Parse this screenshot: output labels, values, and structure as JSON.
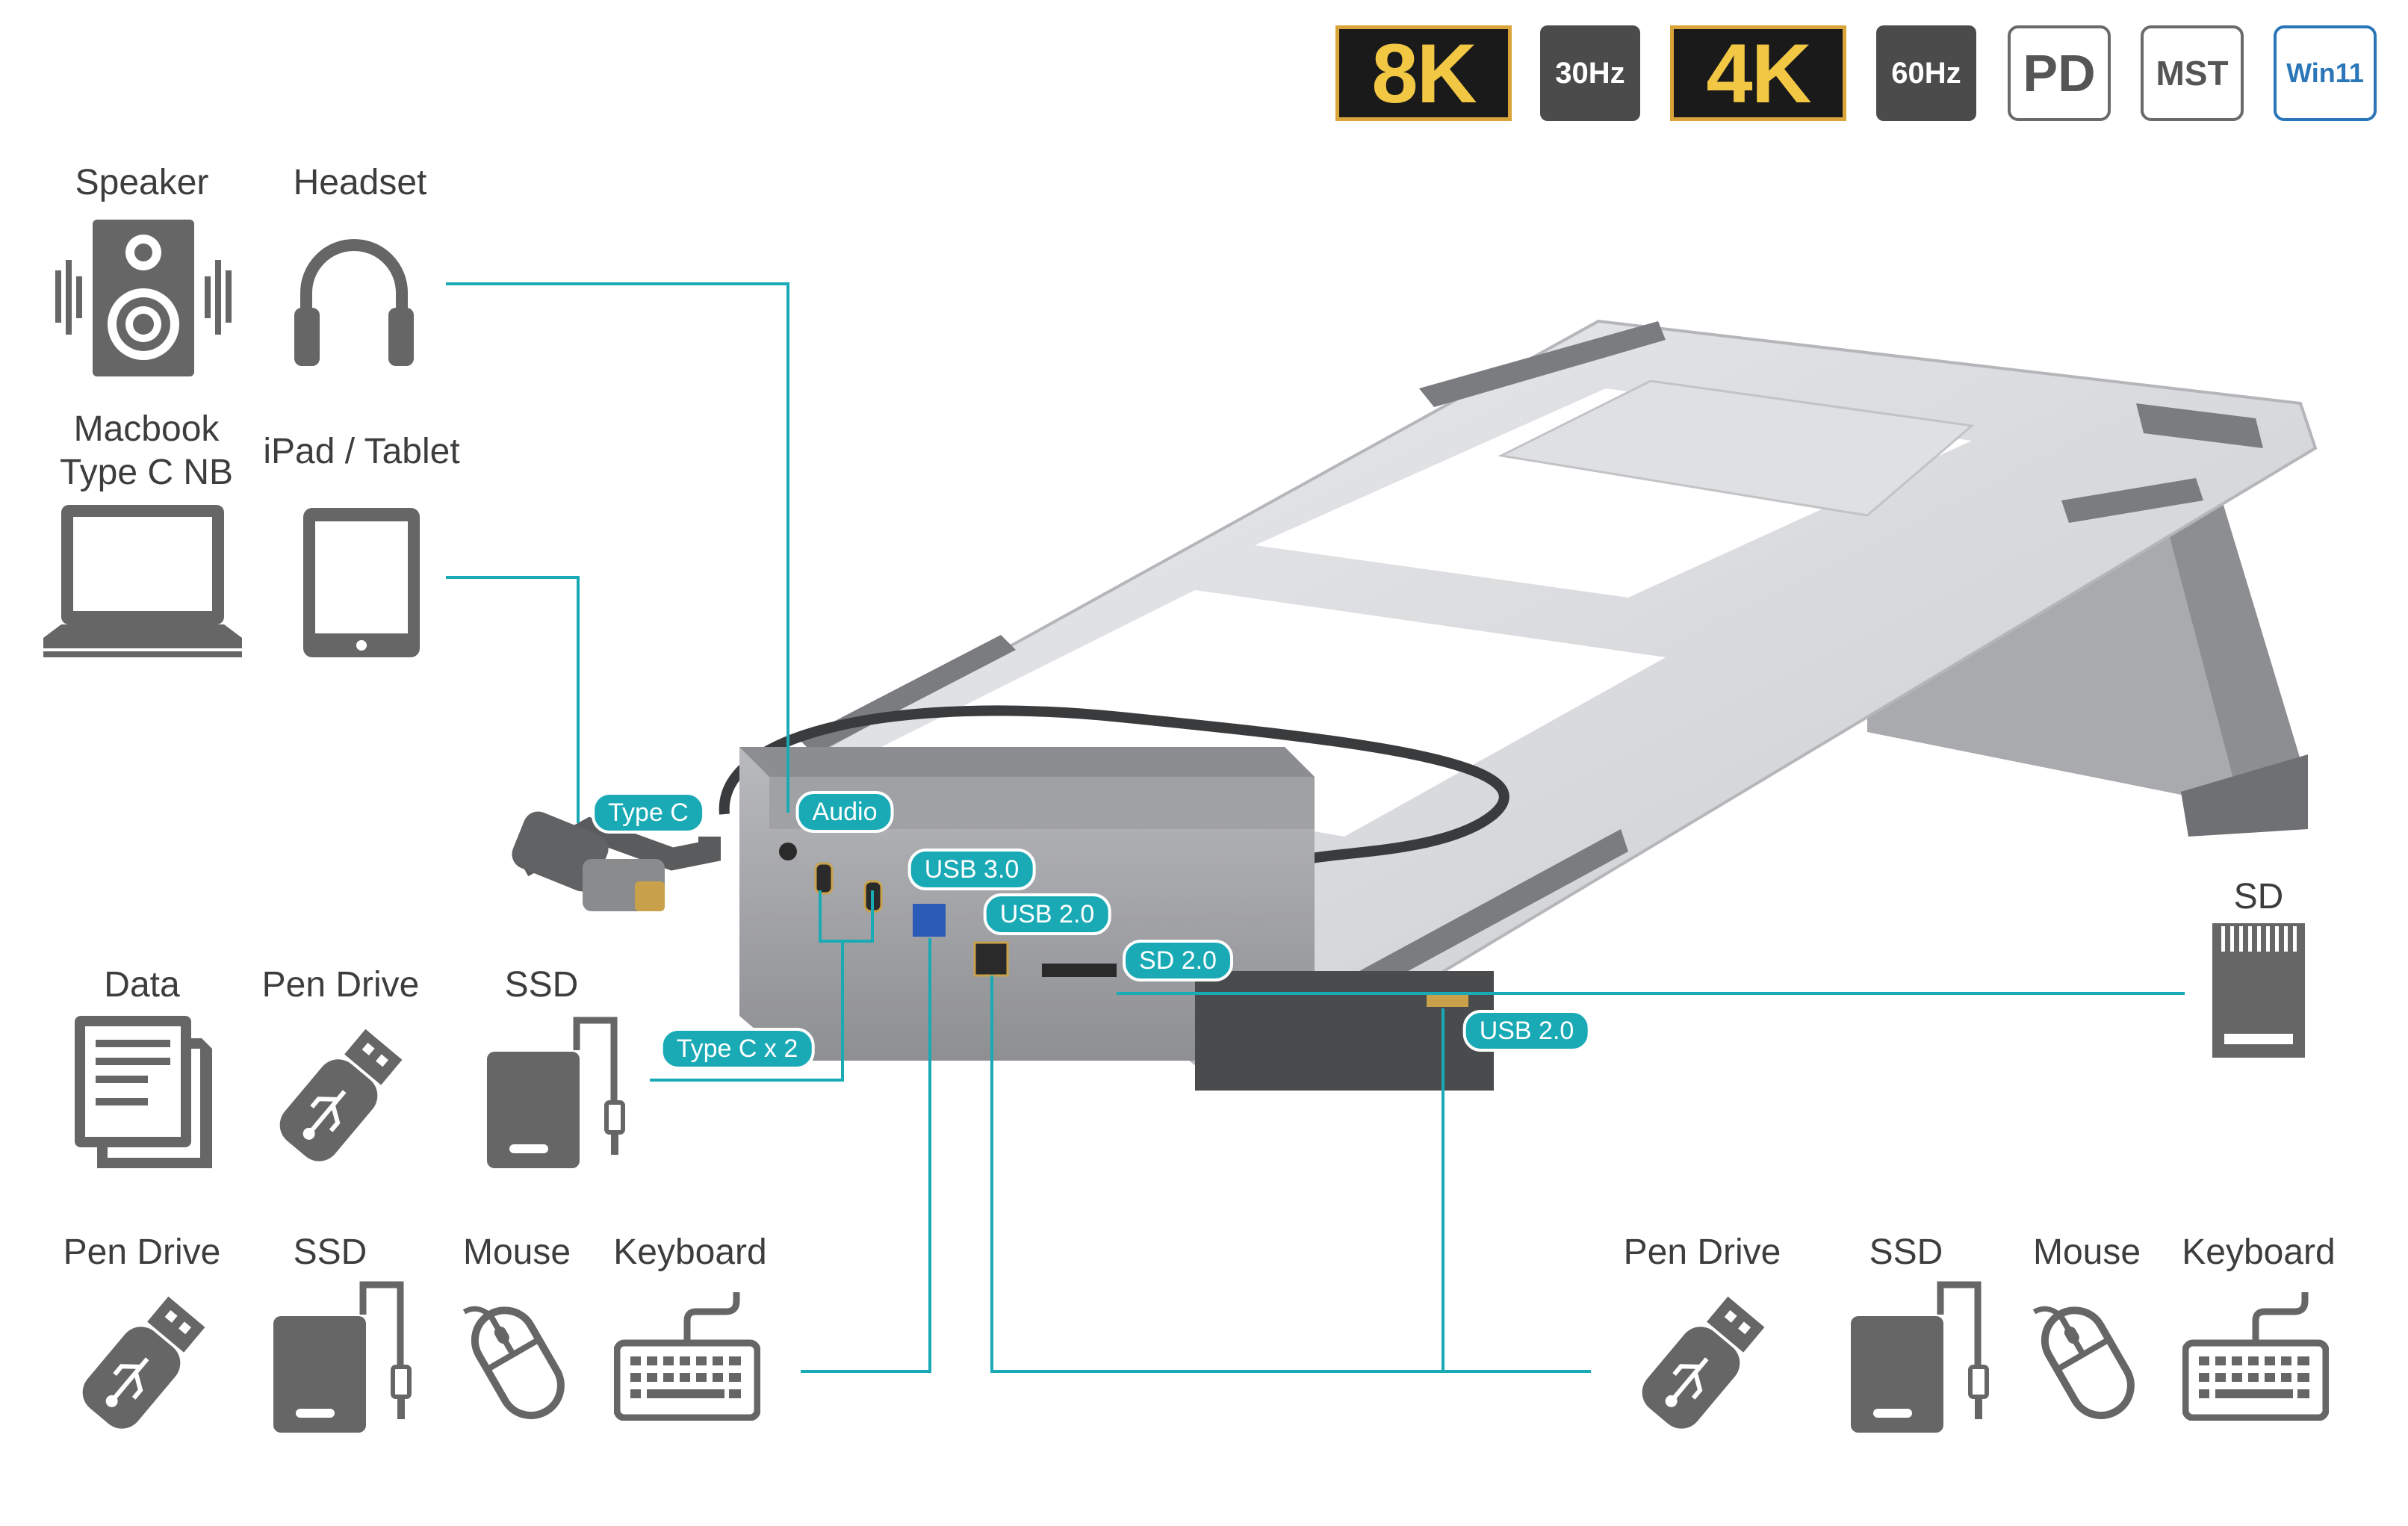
{
  "badges": {
    "b8k": "8K",
    "hz30": "30Hz",
    "b4k": "4K",
    "hz60": "60Hz",
    "pd": "PD",
    "mst": "MST",
    "win11": "Win11"
  },
  "devices": {
    "speaker": "Speaker",
    "headset": "Headset",
    "macbook_line1": "Macbook",
    "macbook_line2": "Type C NB",
    "ipad": "iPad / Tablet",
    "data": "Data",
    "pen_drive_mid": "Pen Drive",
    "ssd_mid": "SSD",
    "pen_drive_left": "Pen Drive",
    "ssd_left": "SSD",
    "mouse_left": "Mouse",
    "keyboard_left": "Keyboard",
    "pen_drive_right": "Pen Drive",
    "ssd_right": "SSD",
    "mouse_right": "Mouse",
    "keyboard_right": "Keyboard",
    "sd": "SD"
  },
  "ports": {
    "type_c": "Type C",
    "audio": "Audio",
    "usb30": "USB 3.0",
    "usb20_a": "USB 2.0",
    "sd20": "SD 2.0",
    "type_c_x2": "Type C x 2",
    "usb20_b": "USB 2.0"
  },
  "colors": {
    "accent": "#19aab6",
    "icon_gray": "#666666",
    "badge_gold": "#f2c744",
    "win_blue": "#2a76b8"
  },
  "icons": [
    "speaker-icon",
    "headset-icon",
    "laptop-icon",
    "tablet-icon",
    "documents-icon",
    "usb-drive-icon",
    "ssd-icon",
    "mouse-icon",
    "keyboard-icon",
    "sd-card-icon"
  ]
}
